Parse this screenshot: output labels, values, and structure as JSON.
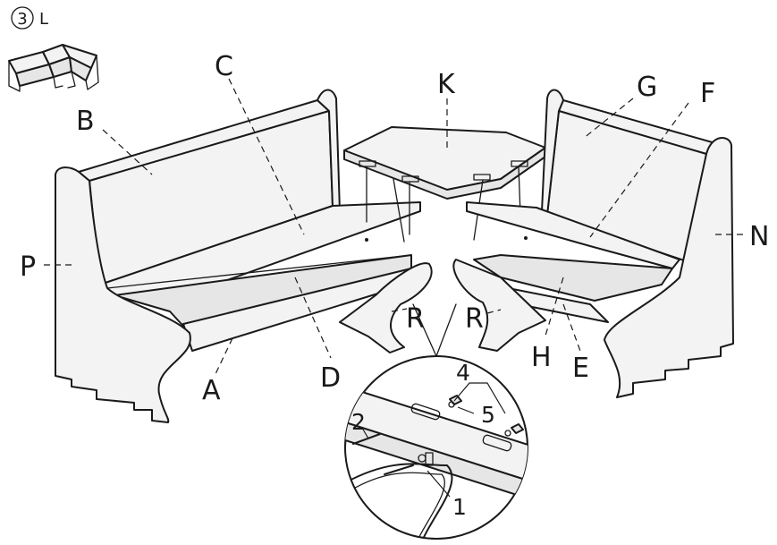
{
  "step": {
    "number": "3",
    "suffix": "L"
  },
  "labels": {
    "A": "A",
    "B": "B",
    "C": "C",
    "D": "D",
    "E": "E",
    "F": "F",
    "G": "G",
    "H": "H",
    "K": "K",
    "N": "N",
    "P": "P",
    "R_left": "R",
    "R_right": "R"
  },
  "detail_callouts": {
    "one": "1",
    "two": "2",
    "four": "4",
    "five": "5"
  }
}
